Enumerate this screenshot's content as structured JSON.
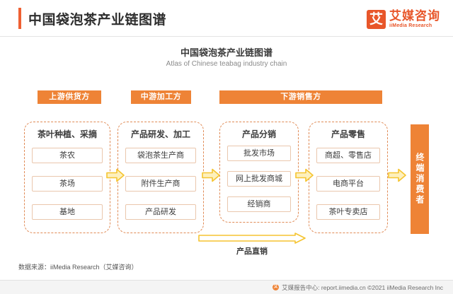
{
  "header": {
    "title": "中国袋泡茶产业链图谱",
    "logo_mark": "艾",
    "logo_cn": "艾媒咨询",
    "logo_en": "iiMedia Research"
  },
  "chart_data": {
    "type": "diagram",
    "title": "中国袋泡茶产业链图谱",
    "subtitle": "Atlas of Chinese teabag industry chain",
    "banners": [
      {
        "label": "上游供货方"
      },
      {
        "label": "中游加工方"
      },
      {
        "label": "下游销售方"
      }
    ],
    "columns": [
      {
        "head": "茶叶种植、采摘",
        "items": [
          "茶农",
          "茶场",
          "基地"
        ]
      },
      {
        "head": "产品研发、加工",
        "items": [
          "袋泡茶生产商",
          "附件生产商",
          "产品研发"
        ]
      },
      {
        "head": "产品分销",
        "items": [
          "批发市场",
          "网上批发商城",
          "经销商"
        ]
      },
      {
        "head": "产品零售",
        "items": [
          "商超、零售店",
          "电商平台",
          "茶叶专卖店"
        ]
      }
    ],
    "flow_arrows": 4,
    "direct_sales_label": "产品直销",
    "end_node": "终端消费者",
    "colors": {
      "banner": "#ee8336",
      "accent": "#ef6033",
      "dashed_border": "#e08a55",
      "cell_border": "#eac7ad",
      "arrow": "#f5c430",
      "brand": "#e8562a"
    }
  },
  "footer": {
    "source": "数据来源：iiMedia Research（艾媒咨询）",
    "bottom_badge": "艾",
    "bottom_text": "艾媒报告中心: report.iimedia.cn  ©2021  iiMedia Research Inc"
  }
}
